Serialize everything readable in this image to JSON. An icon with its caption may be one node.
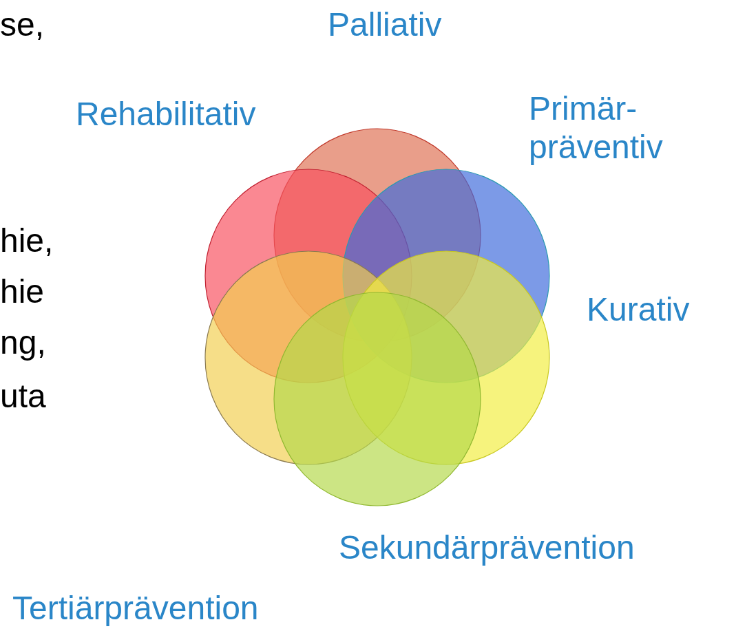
{
  "diagram": {
    "nodes": [
      {
        "text": [],
        "shape": "circle"
      },
      {
        "text": [],
        "shape": "circle"
      },
      {
        "text": [],
        "shape": "circle"
      },
      {
        "text": [],
        "shape": "circle"
      },
      {
        "text": [],
        "shape": "circle"
      },
      {
        "text": [],
        "shape": "circle"
      }
    ],
    "labels": [
      "se,",
      "Palliativ",
      "Rehabilitativ",
      "Primär- präventiv",
      "hie,",
      "hie",
      "Kurativ",
      "ng,",
      "uta",
      "Sekundärprävention",
      "Tertiärprävention"
    ]
  }
}
